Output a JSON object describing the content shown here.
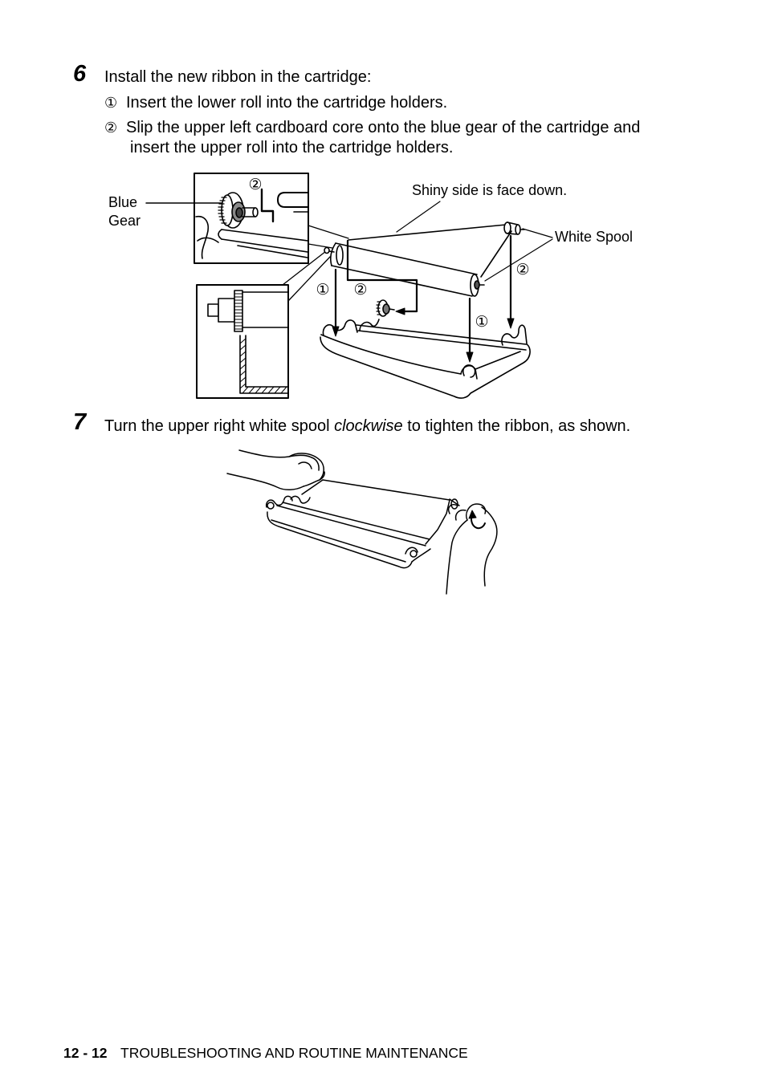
{
  "steps": [
    {
      "number": "6",
      "text": "Install the new ribbon in the cartridge:",
      "substeps": [
        {
          "marker": "①",
          "text": "Insert the lower roll into the cartridge holders."
        },
        {
          "marker": "②",
          "text": "Slip the upper left cardboard core onto the blue gear of the cartridge and insert the upper roll into the cartridge holders."
        }
      ]
    },
    {
      "number": "7",
      "text_before": "Turn the upper right white spool ",
      "emphasis": "clockwise",
      "text_after": " to tighten the ribbon, as shown."
    }
  ],
  "figure_install": {
    "labels": {
      "blue_gear_line1": "Blue",
      "blue_gear_line2": "Gear",
      "shiny_side": "Shiny side is face down.",
      "white_spool": "White Spool"
    },
    "markers": [
      "②",
      "②",
      "①",
      "②",
      "①"
    ]
  },
  "footer": {
    "page_number": "12 - 12",
    "section_title": "TROUBLESHOOTING AND ROUTINE MAINTENANCE"
  }
}
